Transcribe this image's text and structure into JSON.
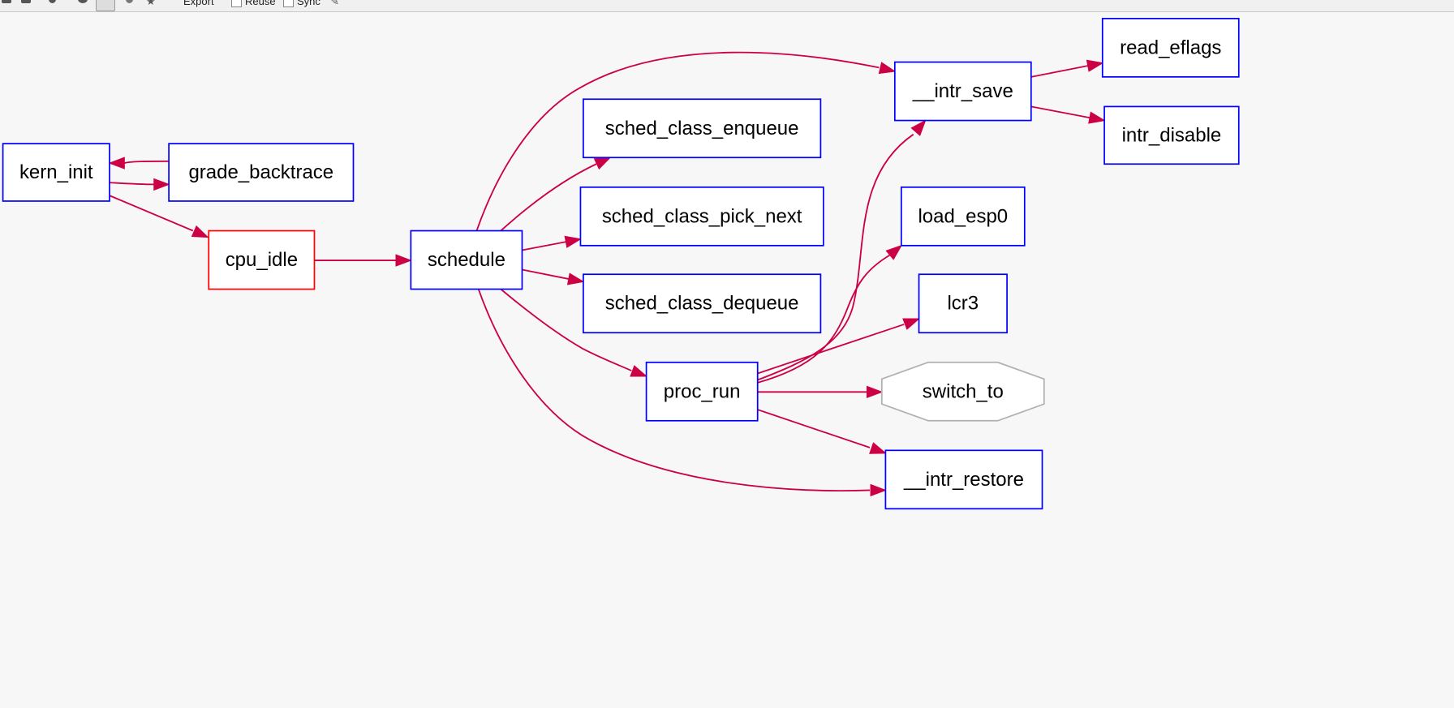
{
  "toolbar": {
    "icons": [
      "copy-icon",
      "print-icon",
      "zoom-icon",
      "pan-hand-icon",
      "select-box-icon",
      "zoom-out-icon",
      "star-icon",
      "edit-pencil-icon"
    ],
    "export_label": "Export",
    "reuse_label": "Reuse",
    "reuse_checked": false,
    "sync_label": "Sync",
    "sync_checked": false
  },
  "colors": {
    "edge": "#cc0044",
    "node_border": "#0000ff",
    "highlight_border": "#ff0000",
    "external_border": "#b0b0b0"
  },
  "graph": {
    "nodes": [
      {
        "id": "kern_init",
        "label": "kern_init",
        "shape": "box",
        "color": "#0000ff"
      },
      {
        "id": "grade_backtrace",
        "label": "grade_backtrace",
        "shape": "box",
        "color": "#0000ff"
      },
      {
        "id": "cpu_idle",
        "label": "cpu_idle",
        "shape": "box",
        "color": "#ff0000"
      },
      {
        "id": "schedule",
        "label": "schedule",
        "shape": "box",
        "color": "#0000ff"
      },
      {
        "id": "sched_class_enqueue",
        "label": "sched_class_enqueue",
        "shape": "box",
        "color": "#0000ff"
      },
      {
        "id": "sched_class_pick_next",
        "label": "sched_class_pick_next",
        "shape": "box",
        "color": "#0000ff"
      },
      {
        "id": "sched_class_dequeue",
        "label": "sched_class_dequeue",
        "shape": "box",
        "color": "#0000ff"
      },
      {
        "id": "proc_run",
        "label": "proc_run",
        "shape": "box",
        "color": "#0000ff"
      },
      {
        "id": "__intr_save",
        "label": "__intr_save",
        "shape": "box",
        "color": "#0000ff"
      },
      {
        "id": "read_eflags",
        "label": "read_eflags",
        "shape": "box",
        "color": "#0000ff"
      },
      {
        "id": "intr_disable",
        "label": "intr_disable",
        "shape": "box",
        "color": "#0000ff"
      },
      {
        "id": "load_esp0",
        "label": "load_esp0",
        "shape": "box",
        "color": "#0000ff"
      },
      {
        "id": "lcr3",
        "label": "lcr3",
        "shape": "box",
        "color": "#0000ff"
      },
      {
        "id": "switch_to",
        "label": "switch_to",
        "shape": "octagon",
        "color": "#b0b0b0"
      },
      {
        "id": "__intr_restore",
        "label": "__intr_restore",
        "shape": "box",
        "color": "#0000ff"
      }
    ],
    "edges": [
      {
        "from": "grade_backtrace",
        "to": "kern_init"
      },
      {
        "from": "kern_init",
        "to": "grade_backtrace"
      },
      {
        "from": "kern_init",
        "to": "cpu_idle"
      },
      {
        "from": "cpu_idle",
        "to": "schedule"
      },
      {
        "from": "schedule",
        "to": "__intr_save"
      },
      {
        "from": "schedule",
        "to": "sched_class_enqueue"
      },
      {
        "from": "schedule",
        "to": "sched_class_pick_next"
      },
      {
        "from": "schedule",
        "to": "sched_class_dequeue"
      },
      {
        "from": "schedule",
        "to": "proc_run"
      },
      {
        "from": "schedule",
        "to": "__intr_restore"
      },
      {
        "from": "__intr_save",
        "to": "read_eflags"
      },
      {
        "from": "__intr_save",
        "to": "intr_disable"
      },
      {
        "from": "proc_run",
        "to": "__intr_save"
      },
      {
        "from": "proc_run",
        "to": "load_esp0"
      },
      {
        "from": "proc_run",
        "to": "lcr3"
      },
      {
        "from": "proc_run",
        "to": "switch_to"
      },
      {
        "from": "proc_run",
        "to": "__intr_restore"
      }
    ]
  }
}
